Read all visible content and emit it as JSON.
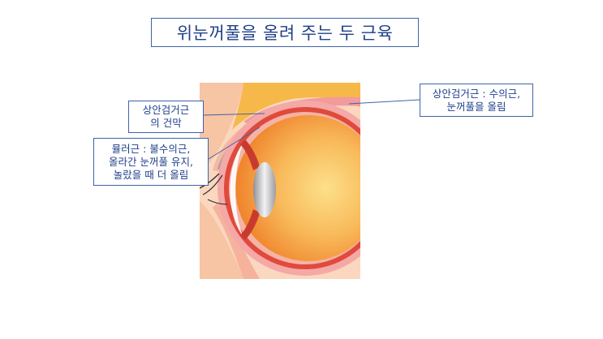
{
  "title": "위눈꺼풀을 올려 주는 두 근육",
  "labels": {
    "levator": [
      "상안검거근 : 수의근,",
      "눈꺼풀을 올림"
    ],
    "tendon": [
      "상안검거근",
      "의 건막"
    ],
    "muller": [
      "뮬러근 : 불수의근,",
      "올라간 눈꺼풀 유지,",
      "놀랐을 때 더 올림"
    ]
  },
  "colors": {
    "border": "#3f63a8",
    "text": "#1f3f8a",
    "skin": "#f8c8ac",
    "fat": "#f7b84a",
    "sclera": "#f4a2a4",
    "choroid": "#e04a3c",
    "vitreous": "#f39a3a",
    "lens": "#b8b8bd"
  }
}
